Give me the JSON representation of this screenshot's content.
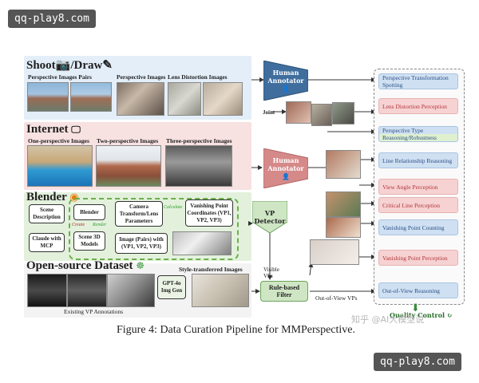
{
  "watermark_top": "qq-play8.com",
  "watermark_bottom": "qq-play8.com",
  "zhihu_mark": "知乎 @AI大模型说",
  "caption": "Figure 4: Data Curation Pipeline for MMPerspective.",
  "sections": {
    "shoot": {
      "title": "Shoot",
      "title_suffix": "/Draw",
      "labels": [
        "Perspective Images Pairs",
        "Perspective Images",
        "Lens Distortion Images"
      ]
    },
    "internet": {
      "title": "Internet",
      "labels": [
        "One-perspective Images",
        "Two-perspective Images",
        "Three-perspective Images"
      ]
    },
    "blender": {
      "title": "Blender",
      "scene_desc": "Scene Description",
      "claude": "Claude with MCP",
      "blender_node": "Blender",
      "create": "Create",
      "render": "Render",
      "scene3d": "Scene 3D Models",
      "camera": "Camera Transform/Lens Parameters",
      "calculate": "Calculate",
      "vp_coords": "Vanishing Point Coordinates (VP1, VP2, VP3)",
      "image_pairs": "Image (Pairs) with (VP1, VP2, VP3)"
    },
    "opensource": {
      "title": "Open-source Dataset",
      "style_label": "Style-transferred Images",
      "gpt": "GPT-4o Img Gen",
      "existing": "Existing VP Annotations"
    }
  },
  "nodes": {
    "human_annotator_1": "Human Annotator",
    "human_annotator_2": "Human Annotator",
    "vp_detector": "VP Detector",
    "rule_filter": "Rule-based Filter",
    "joint": "Joint",
    "visible_vps": "Visible VPs",
    "out_of_view_vps": "Out-of-View VPs",
    "quality_control": "Quality Control"
  },
  "tasks": [
    {
      "label": "Perspective Transformation Spotting",
      "color": "blue"
    },
    {
      "label": "Lens Distortion Perception",
      "color": "pink"
    },
    {
      "label": "Perspective Type Reasoning/Robustness",
      "color": "blue"
    },
    {
      "label": "Line Relationship Reasoning",
      "color": "blue"
    },
    {
      "label": "View Angle Perception",
      "color": "pink"
    },
    {
      "label": "Critical Line Perception",
      "color": "pink"
    },
    {
      "label": "Vanishing Point Counting",
      "color": "blue"
    },
    {
      "label": "Vanishing Point Perception",
      "color": "pink"
    },
    {
      "label": "Out-of-View Reasoning",
      "color": "blue"
    }
  ]
}
